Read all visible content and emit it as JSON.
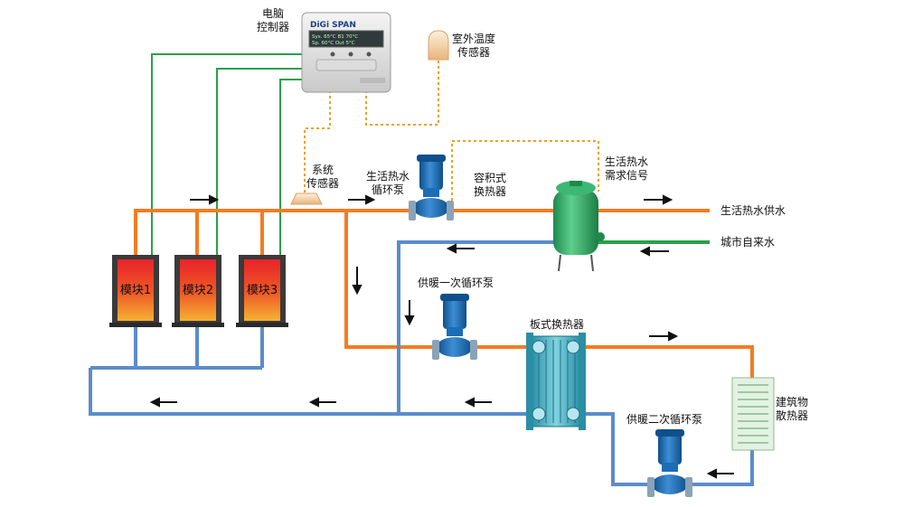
{
  "colors": {
    "hot_pipe": "#f47c20",
    "cold_pipe": "#5b8ccc",
    "signal_wire": "#27a24a",
    "sensor_wire": "#f0a020",
    "pump_body": "#1b6db5",
    "tank_body": "#2eaa63",
    "heat_exchanger": "#3aa5b8"
  },
  "controller": {
    "label_line1": "电脑",
    "label_line2": "控制器",
    "brand": "DiGi SPAN",
    "screen_line1": "Sys. 65°C  B1 70°C",
    "screen_line2": "Sp. 60°C   Out 5°C"
  },
  "outdoor_sensor": {
    "line1": "室外温度",
    "line2": "传感器"
  },
  "system_sensor": {
    "line1": "系统",
    "line2": "传感器"
  },
  "dhw_pump": {
    "line1": "生活热水",
    "line2": "循环泵"
  },
  "storage_exchanger": {
    "line1": "容积式",
    "line2": "换热器"
  },
  "dhw_demand": {
    "line1": "生活热水",
    "line2": "需求信号"
  },
  "outlets": {
    "dhw_supply": "生活热水供水",
    "city_water": "城市自来水"
  },
  "modules": [
    "模块1",
    "模块2",
    "模块3"
  ],
  "primary_pump": "供暖一次循环泵",
  "plate_exchanger": "板式换热器",
  "radiator": {
    "line1": "建筑物",
    "line2": "散热器"
  },
  "secondary_pump": "供暖二次循环泵"
}
